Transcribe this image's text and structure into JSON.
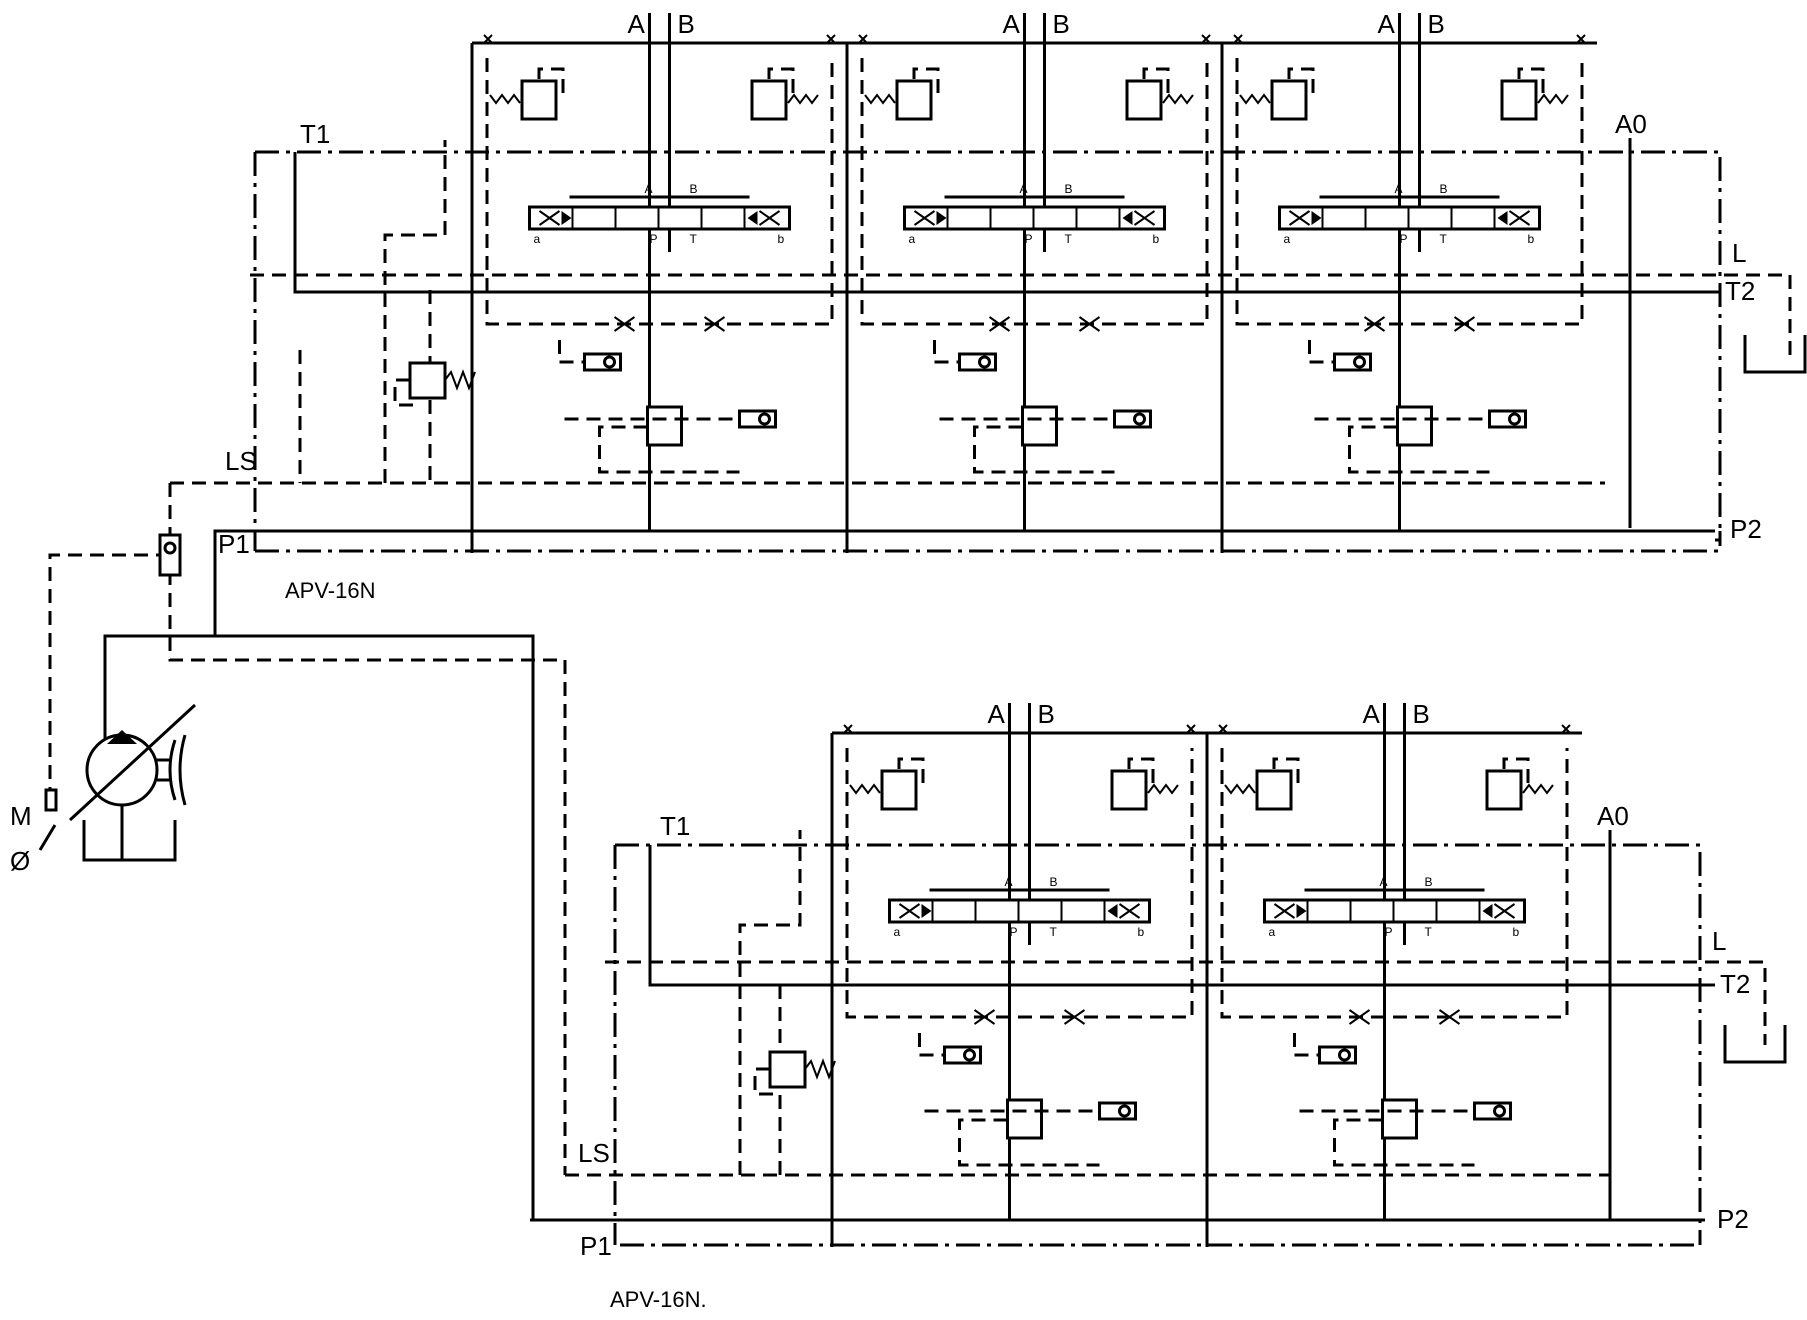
{
  "ports": {
    "a": "A",
    "b": "B",
    "t1": "T1",
    "t2": "T2",
    "p1": "P1",
    "p2": "P2",
    "ls": "LS",
    "l": "L",
    "a0": "A0",
    "m": "M",
    "phi": "Ø"
  },
  "spool_labels": {
    "a": "A",
    "b": "B",
    "p": "P",
    "t": "T",
    "sa": "a",
    "sb": "b"
  },
  "upper_block": {
    "title": "APV-16N",
    "sections": 3
  },
  "lower_block": {
    "title": "APV-16N.",
    "sections": 2
  },
  "colors": {
    "line": "#000000",
    "marker": "#22aa22"
  }
}
